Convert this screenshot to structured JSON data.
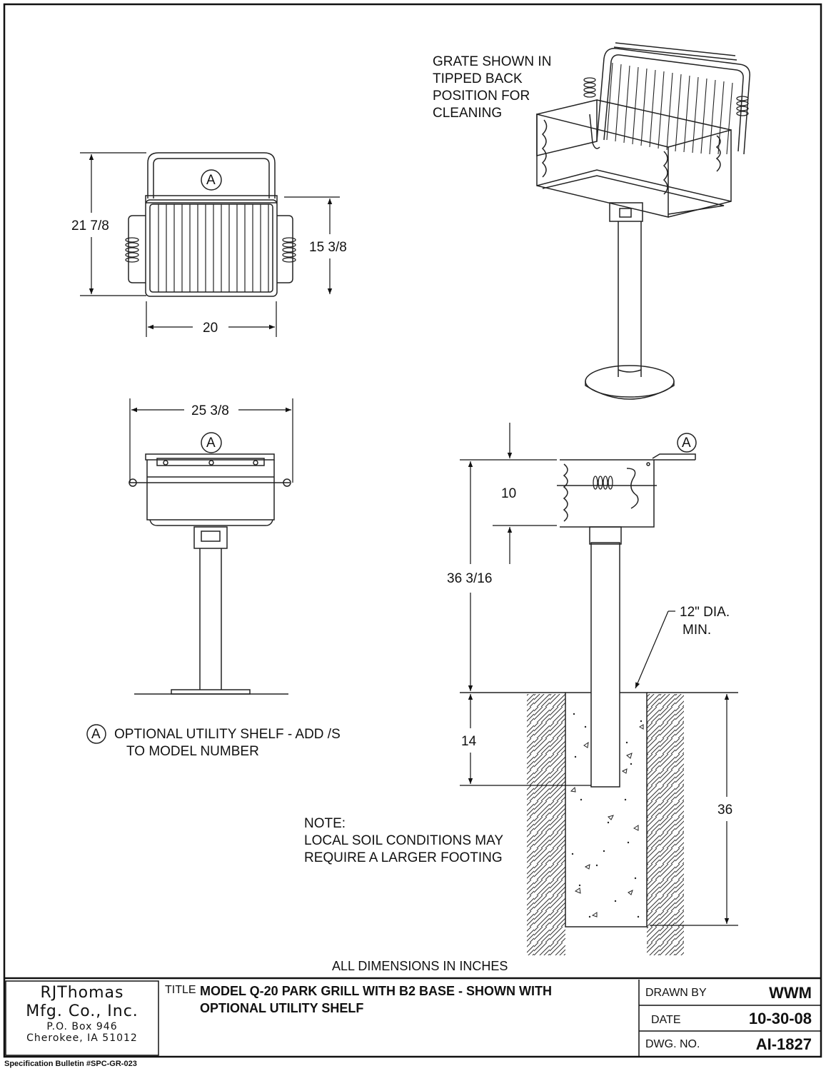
{
  "notes": {
    "grate": [
      "GRATE SHOWN IN",
      "TIPPED BACK",
      "POSITION FOR",
      "CLEANING"
    ],
    "shelf_marker": "A",
    "shelf_legend": [
      "OPTIONAL UTILITY SHELF - ADD /S",
      "TO MODEL NUMBER"
    ],
    "soil_note": [
      "NOTE:",
      "LOCAL SOIL CONDITIONS MAY",
      "REQUIRE A LARGER FOOTING"
    ],
    "footing_dia": [
      "12\" DIA.",
      "MIN."
    ],
    "all_dims": "ALL DIMENSIONS IN INCHES"
  },
  "dimensions": {
    "grill_height": "21 7/8",
    "grate_depth": "15 3/8",
    "grill_width": "20",
    "shelf_width": "25 3/8",
    "box_height": "10",
    "above_grade": "36 3/16",
    "post_embed": "14",
    "footing_depth": "36"
  },
  "title_block": {
    "company_line1": "RJThomas",
    "company_line2": "Mfg. Co., Inc.",
    "address_line1": "P.O. Box 946",
    "address_line2": "Cherokee, IA 51012",
    "title_label": "TITLE",
    "title_line1": "MODEL Q-20 PARK GRILL WITH B2 BASE - SHOWN WITH",
    "title_line2": "OPTIONAL UTILITY SHELF",
    "drawn_by_label": "DRAWN BY",
    "drawn_by": "WWM",
    "date_label": "DATE",
    "date": "10-30-08",
    "dwg_label": "DWG. NO.",
    "dwg_no": "AI-1827"
  },
  "footer": "Specification Bulletin #SPC-GR-023"
}
